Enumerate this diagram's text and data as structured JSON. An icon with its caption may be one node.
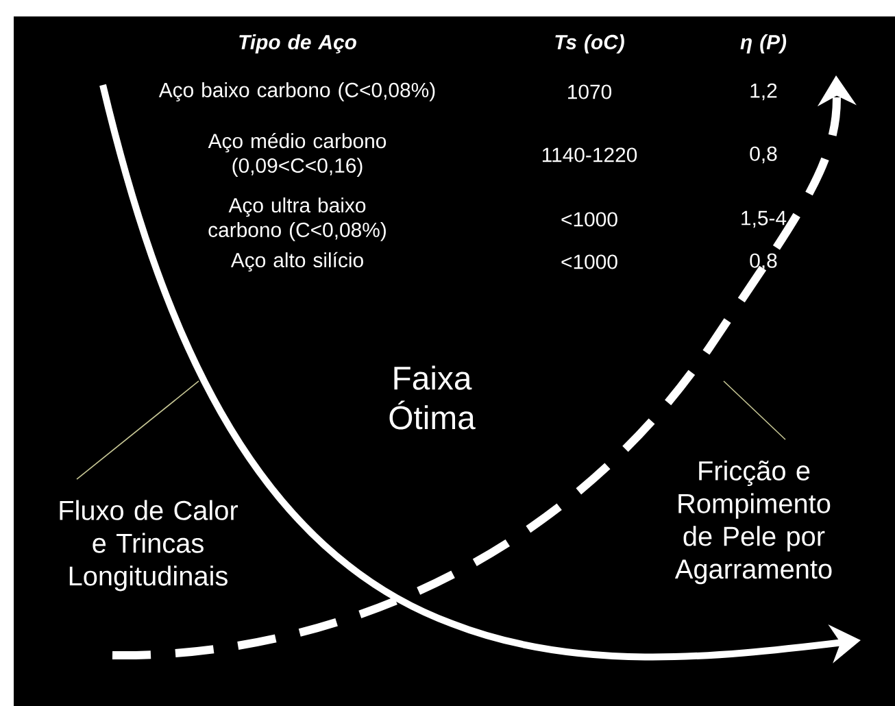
{
  "diagram": {
    "nodes": [
      {
        "text": [
          "Fluxo de Calor e Trincas Longitudinais"
        ]
      },
      {
        "text": [
          "Fricção e Rompimento de Pele por Agarramento"
        ]
      }
    ],
    "edges": [
      {
        "from": 0,
        "to": null,
        "arrow": "none"
      },
      {
        "from": 1,
        "to": null,
        "arrow": "none"
      }
    ],
    "labels": [
      "Tipo de Aço",
      "Ts (oC)",
      "η (P)",
      "Aço baixo carbono (C<0,08%)",
      "1070",
      "1,2",
      "Aço médio carbono (0,09<C<0,16)",
      "1140-1220",
      "0,8",
      "Aço ultra baixo carbono (C<0,08%)",
      "<1000",
      "1,5-4",
      "Aço alto silício",
      "<1000",
      "0,8",
      "Faixa Ótima"
    ]
  }
}
